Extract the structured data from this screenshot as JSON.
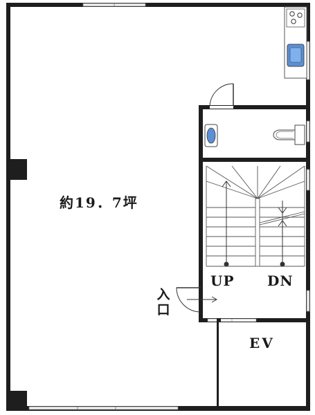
{
  "labels": {
    "area": "約19．7坪",
    "up": "UP",
    "down": "DN",
    "elevator": "EV",
    "entrance": "入口"
  },
  "colors": {
    "wall": "#1e1e1e",
    "window": "#8a8a8a",
    "fixture_blue": "#5b8fd6",
    "fixture_line": "#444444"
  }
}
